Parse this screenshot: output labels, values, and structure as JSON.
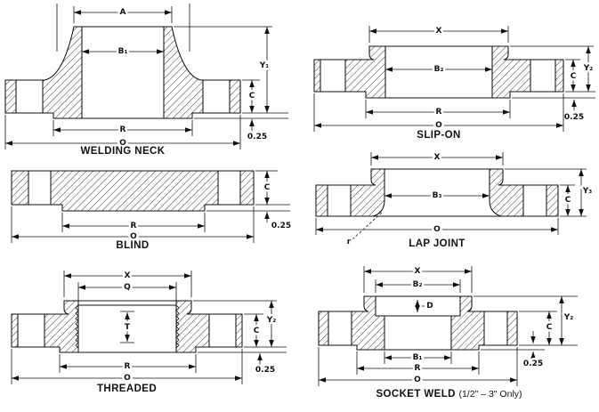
{
  "page": {
    "background": "#ffffff",
    "ink": "#111111",
    "description_visible_titles_only": "flange cross-section dimension diagrams"
  },
  "panels": {
    "welding_neck": {
      "title": "WELDING NECK",
      "dims": {
        "A": "A",
        "B1": "B₁",
        "Y1": "Y₁",
        "C": "C",
        "R": "R",
        "O": "O",
        "face": "0.25"
      }
    },
    "slip_on": {
      "title": "SLIP-ON",
      "dims": {
        "X": "X",
        "B2": "B₂",
        "Y2": "Y₂",
        "C": "C",
        "R": "R",
        "O": "O",
        "face": "0.25"
      }
    },
    "blind": {
      "title": "BLIND",
      "dims": {
        "C": "C",
        "R": "R",
        "O": "O",
        "face": "0.25"
      }
    },
    "lap_joint": {
      "title": "LAP JOINT",
      "dims": {
        "X": "X",
        "B3": "B₃",
        "Y3": "Y₃",
        "C": "C",
        "O": "O",
        "r": "r"
      }
    },
    "threaded": {
      "title": "THREADED",
      "dims": {
        "X": "X",
        "Q": "Q",
        "T": "T",
        "Y2": "Y₂",
        "C": "C",
        "R": "R",
        "O": "O",
        "face": "0.25"
      }
    },
    "socket_weld": {
      "title": "SOCKET WELD",
      "title_note": "(1/2\" – 3\" Only)",
      "dims": {
        "X": "X",
        "B2": "B₂",
        "D": "D",
        "B1": "B₁",
        "Y2": "Y₂",
        "C": "C",
        "R": "R",
        "O": "O",
        "face": "0.25"
      }
    }
  }
}
